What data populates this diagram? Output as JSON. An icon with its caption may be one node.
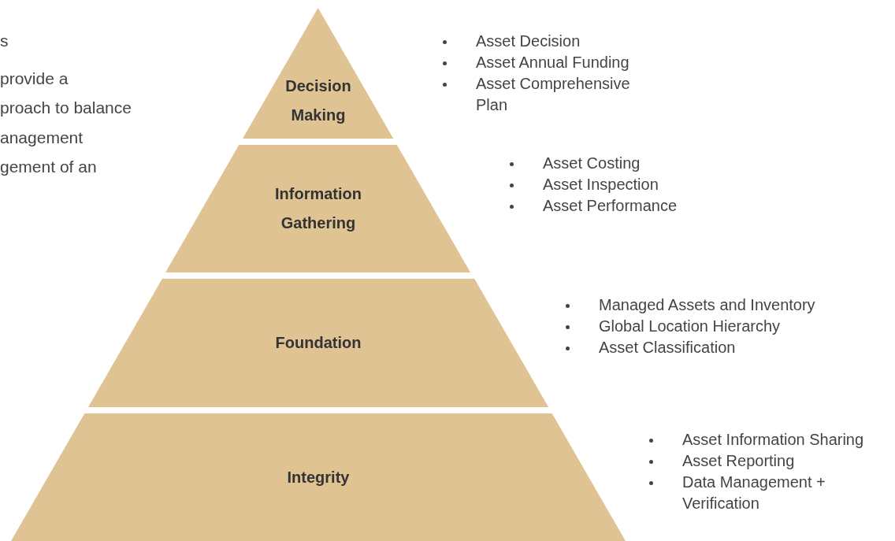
{
  "diagram": {
    "nodes": [
      {
        "text": [
          "Decision Making"
        ],
        "beside": [
          "Asset Decision",
          "Asset Annual Funding",
          "Asset Comprehensive Plan"
        ]
      },
      {
        "text": [
          "Information Gathering"
        ],
        "beside": [
          "Asset Costing",
          "Asset Inspection",
          "Asset Performance"
        ]
      },
      {
        "text": [
          "Foundation"
        ],
        "beside": [
          "Managed Assets and Inventory",
          "Global Location Hierarchy",
          "Asset Classification"
        ]
      },
      {
        "text": [
          "Integrity"
        ],
        "beside": [
          "Asset Information Sharing",
          "Asset Reporting",
          "Data Management + Verification"
        ]
      }
    ],
    "labels": [
      "s",
      "provide a",
      "proach to balance",
      "anagement",
      "gement of an"
    ]
  }
}
